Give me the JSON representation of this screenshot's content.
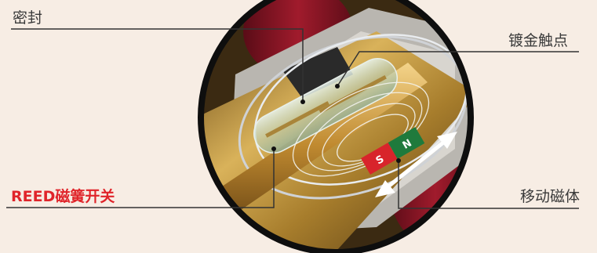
{
  "labels": {
    "seal": "密封",
    "gold_contacts": "镀金触点",
    "reed_switch": "REED磁簧开关",
    "moving_magnet": "移动磁体"
  },
  "magnet": {
    "north_label": "N",
    "south_label": "S"
  },
  "colors": {
    "background": "#f7ede4",
    "highlight_label": "#e0242a",
    "label_text": "#3a3a3a",
    "leader_line": "#333333",
    "magnet_north": "#1f7a3c",
    "magnet_south": "#d8242b",
    "housing_red": "#8e1424",
    "brass": "#c9a24a"
  }
}
